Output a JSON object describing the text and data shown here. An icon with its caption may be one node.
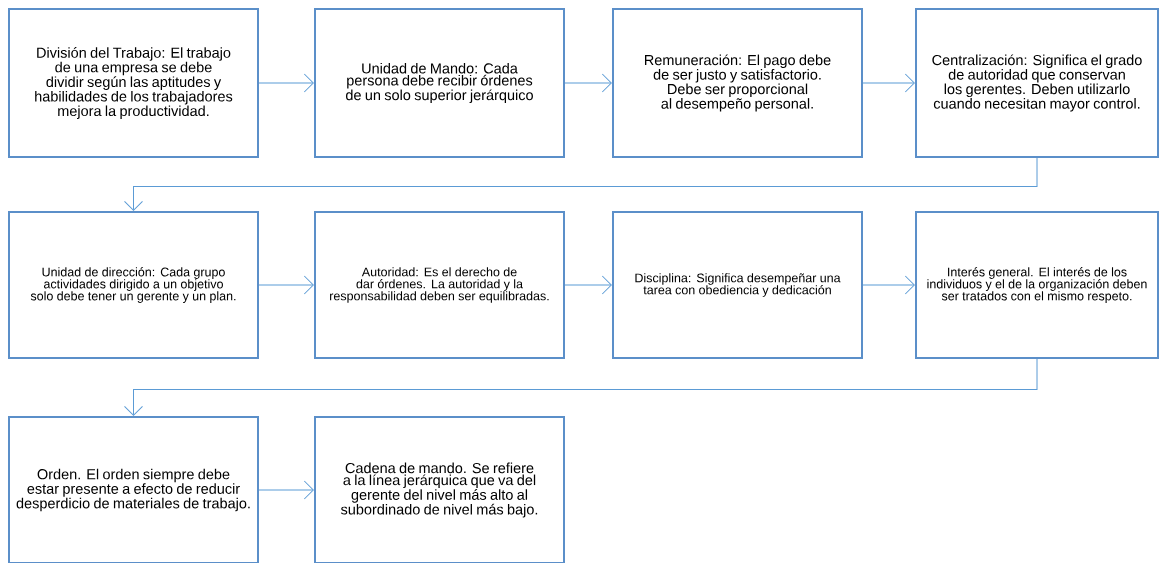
{
  "diagram": {
    "nodes": [
      {
        "text": [
          "División del Trabajo: El trabajo de una empresa se debe dividir según las aptitudes y habilidades de los trabajadores mejora la productividad."
        ]
      },
      {
        "text": [
          "Unidad de Mando: Cada persona debe recibir órdenes de un solo superior jerárquico"
        ]
      },
      {
        "text": [
          "Remuneración: El pago debe de ser justo y satisfactorio. Debe ser proporcional al desempeño personal."
        ]
      },
      {
        "text": [
          "Centralización: Significa el grado de autoridad que conservan los gerentes. Deben utilizarlo cuando necesitan mayor control."
        ]
      },
      {
        "text": [
          "Unidad de dirección: Cada grupo actividades dirigido a un objetivo solo debe tener un gerente y un plan."
        ]
      },
      {
        "text": [
          "Autoridad: Es el derecho de dar órdenes. La autoridad y la responsabilidad deben ser equilibradas."
        ]
      },
      {
        "text": [
          "Disciplina: Significa desempeñar una tarea con obediencia y dedicación"
        ]
      },
      {
        "text": [
          "Interés general. El interés de los individuos y el de la organización deben ser tratados con el mismo respeto."
        ]
      },
      {
        "text": [
          "Orden. El orden siempre debe estar presente a efecto de reducir desperdicio de materiales de trabajo."
        ]
      },
      {
        "text": [
          "Cadena de mando. Se refiere a la línea jerárquica que va del gerente del nivel más alto al subordinado de nivel más bajo."
        ]
      }
    ],
    "edges": [
      {
        "from": 0,
        "to": 1,
        "arrow": "to"
      },
      {
        "from": 1,
        "to": 2,
        "arrow": "to"
      },
      {
        "from": 2,
        "to": 3,
        "arrow": "to"
      },
      {
        "from": 3,
        "to": 4,
        "arrow": "to"
      },
      {
        "from": 4,
        "to": 5,
        "arrow": "to"
      },
      {
        "from": 5,
        "to": 6,
        "arrow": "to"
      },
      {
        "from": 6,
        "to": 7,
        "arrow": "to"
      },
      {
        "from": 7,
        "to": 8,
        "arrow": "to"
      },
      {
        "from": 8,
        "to": 9,
        "arrow": "to"
      }
    ]
  }
}
